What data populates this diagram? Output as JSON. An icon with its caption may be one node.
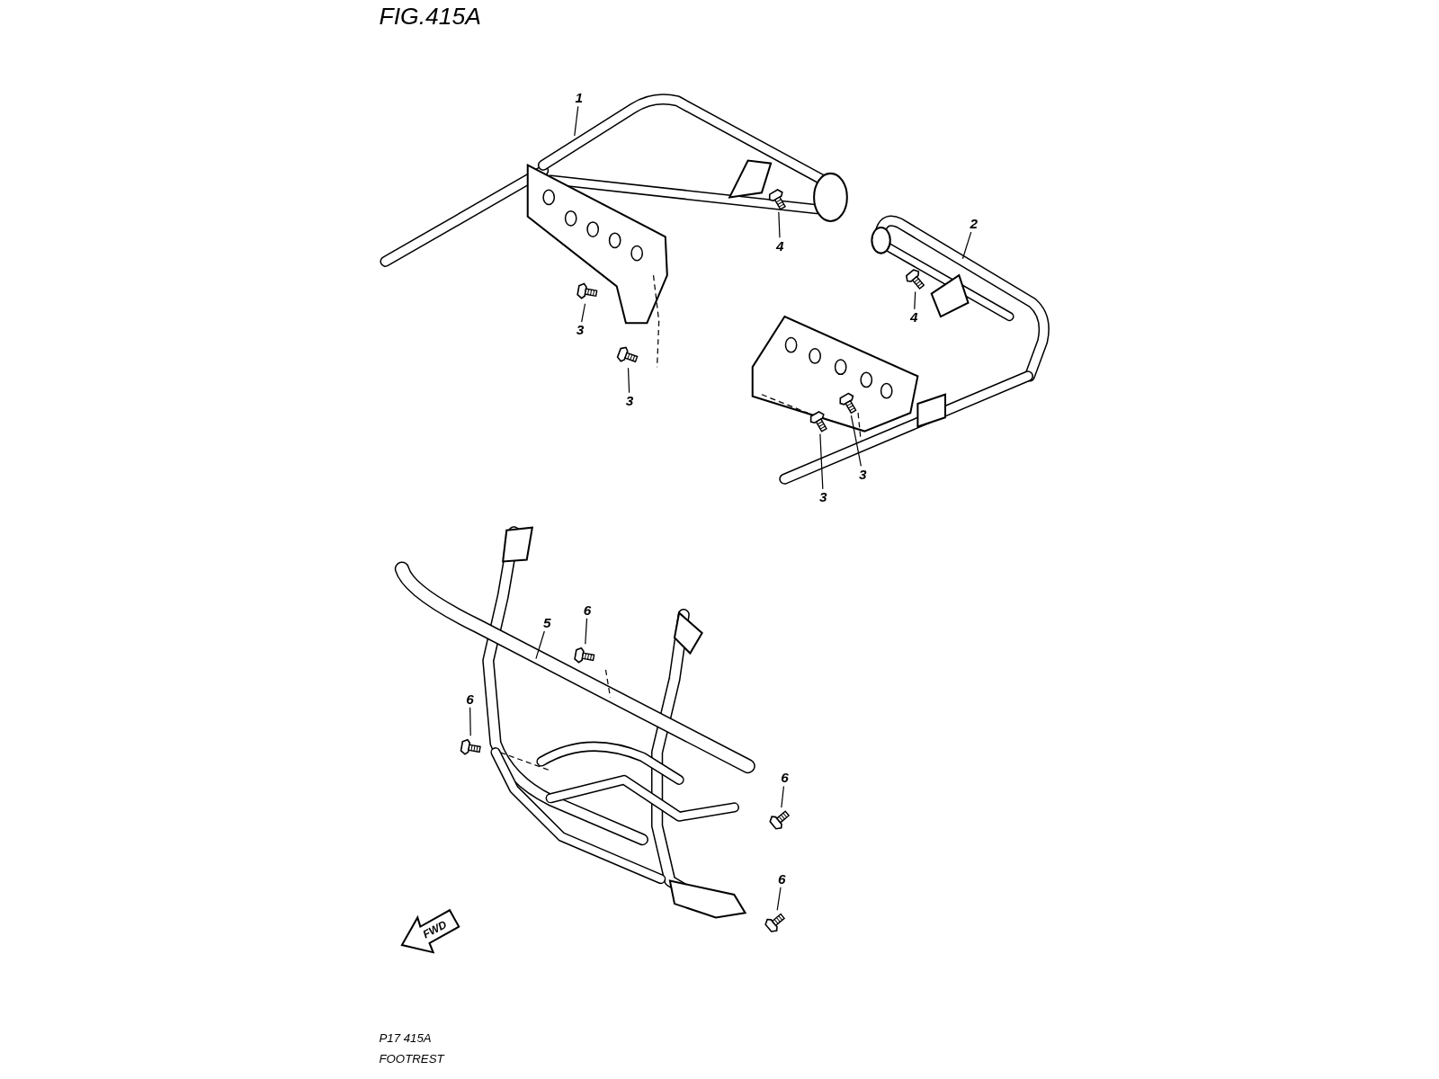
{
  "diagram": {
    "title": "FIG.415A",
    "nodes": [
      {
        "text": [
          "1"
        ]
      },
      {
        "text": [],
        "shape": "picture"
      },
      {
        "text": [
          "4"
        ]
      },
      {
        "text": [
          "2"
        ]
      },
      {
        "text": [],
        "shape": "picture"
      },
      {
        "text": [
          "4"
        ]
      },
      {
        "text": [],
        "shape": "picture"
      },
      {
        "text": [
          "3"
        ]
      },
      {
        "text": [],
        "shape": "picture"
      },
      {
        "text": [
          "3"
        ]
      },
      {
        "text": [],
        "shape": "picture"
      },
      {
        "text": [],
        "shape": "picture"
      },
      {
        "text": [
          "3"
        ]
      },
      {
        "text": [
          "3"
        ]
      },
      {
        "text": [
          "5"
        ]
      },
      {
        "text": [
          "6"
        ]
      },
      {
        "text": [],
        "shape": "picture"
      },
      {
        "text": [
          "6"
        ]
      },
      {
        "text": [],
        "shape": "picture"
      },
      {
        "text": [
          "6"
        ]
      },
      {
        "text": [],
        "shape": "picture"
      },
      {
        "text": [
          "6"
        ]
      },
      {
        "text": [],
        "shape": "picture"
      }
    ],
    "edges": [
      {
        "from": 0,
        "to": null,
        "arrow": "none"
      },
      {
        "from": 2,
        "to": 1,
        "arrow": "none"
      },
      {
        "from": 3,
        "to": null,
        "arrow": "none"
      },
      {
        "from": 5,
        "to": 4,
        "arrow": "none"
      },
      {
        "from": 7,
        "to": 6,
        "arrow": "none"
      },
      {
        "from": 9,
        "to": 8,
        "arrow": "none"
      },
      {
        "from": 12,
        "to": 10,
        "arrow": "none"
      },
      {
        "from": 13,
        "to": 11,
        "arrow": "none"
      },
      {
        "from": 14,
        "to": null,
        "arrow": "none"
      },
      {
        "from": 15,
        "to": 16,
        "arrow": "none"
      },
      {
        "from": 17,
        "to": 18,
        "arrow": "none"
      },
      {
        "from": 19,
        "to": 20,
        "arrow": "none"
      },
      {
        "from": 21,
        "to": 22,
        "arrow": "none"
      }
    ],
    "labels": [
      "FWD",
      "P17 415A",
      "FOOTREST"
    ]
  }
}
